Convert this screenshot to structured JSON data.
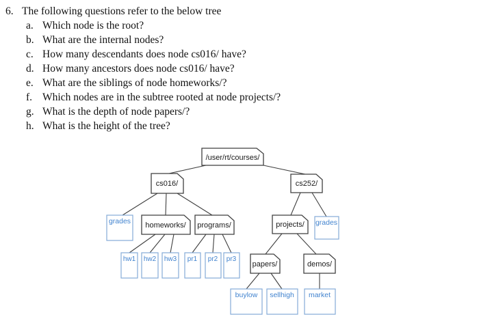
{
  "question": {
    "number": "6.",
    "intro": "The following questions refer to the below tree",
    "items": [
      {
        "letter": "a.",
        "text": "Which node is the root?"
      },
      {
        "letter": "b.",
        "text": "What are the internal nodes?"
      },
      {
        "letter": "c.",
        "text": "How many descendants does node cs016/ have?"
      },
      {
        "letter": "d.",
        "text": "How many ancestors does node cs016/ have?"
      },
      {
        "letter": "e.",
        "text": "What are the siblings of node homeworks/?"
      },
      {
        "letter": "f.",
        "text": "Which nodes are in the subtree rooted at node projects/?"
      },
      {
        "letter": "g.",
        "text": "What is the depth of node papers/?"
      },
      {
        "letter": "h.",
        "text": "What is the height of the tree?"
      }
    ]
  },
  "tree": {
    "colors": {
      "folder_border": "#3f3f3f",
      "folder_text": "#1a1a1a",
      "leaf_border": "#84abd7",
      "leaf_text": "#4183cf",
      "edge": "#3f3f3f"
    },
    "nodes": {
      "root": {
        "label": "/user/rt/courses/",
        "type": "directory"
      },
      "cs016": {
        "label": "cs016/",
        "type": "directory"
      },
      "cs252": {
        "label": "cs252/",
        "type": "directory"
      },
      "grades_left": {
        "label": "grades",
        "type": "file"
      },
      "homeworks": {
        "label": "homeworks/",
        "type": "directory"
      },
      "programs": {
        "label": "programs/",
        "type": "directory"
      },
      "projects": {
        "label": "projects/",
        "type": "directory"
      },
      "grades_right": {
        "label": "grades",
        "type": "file"
      },
      "hw1": {
        "label": "hw1",
        "type": "file"
      },
      "hw2": {
        "label": "hw2",
        "type": "file"
      },
      "hw3": {
        "label": "hw3",
        "type": "file"
      },
      "pr1": {
        "label": "pr1",
        "type": "file"
      },
      "pr2": {
        "label": "pr2",
        "type": "file"
      },
      "pr3": {
        "label": "pr3",
        "type": "file"
      },
      "papers": {
        "label": "papers/",
        "type": "directory"
      },
      "demos": {
        "label": "demos/",
        "type": "directory"
      },
      "buylow": {
        "label": "buylow",
        "type": "file"
      },
      "sellhigh": {
        "label": "sellhigh",
        "type": "file"
      },
      "market": {
        "label": "market",
        "type": "file"
      }
    },
    "edges": [
      [
        "root",
        "cs016"
      ],
      [
        "root",
        "cs252"
      ],
      [
        "cs016",
        "grades_left"
      ],
      [
        "cs016",
        "homeworks"
      ],
      [
        "cs016",
        "programs"
      ],
      [
        "cs252",
        "projects"
      ],
      [
        "cs252",
        "grades_right"
      ],
      [
        "homeworks",
        "hw1"
      ],
      [
        "homeworks",
        "hw2"
      ],
      [
        "homeworks",
        "hw3"
      ],
      [
        "programs",
        "pr1"
      ],
      [
        "programs",
        "pr2"
      ],
      [
        "programs",
        "pr3"
      ],
      [
        "projects",
        "papers"
      ],
      [
        "projects",
        "demos"
      ],
      [
        "papers",
        "buylow"
      ],
      [
        "papers",
        "sellhigh"
      ],
      [
        "demos",
        "market"
      ]
    ]
  }
}
